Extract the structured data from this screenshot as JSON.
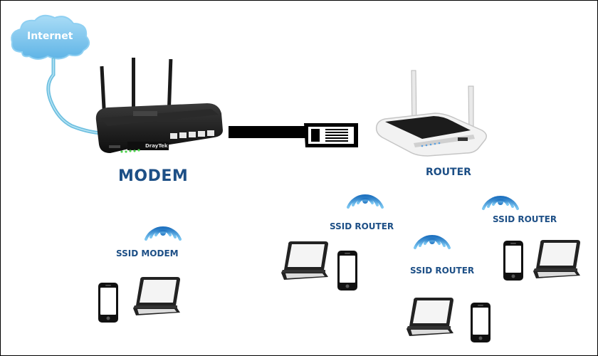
{
  "diagram": {
    "internet_label": "Internet",
    "modem_label": "MODEM",
    "router_label": "ROUTER",
    "ssid_modem_label": "SSID MODEM",
    "ssid_router_labels": [
      "SSID ROUTER",
      "SSID ROUTER",
      "SSID ROUTER"
    ],
    "modem_brand": "DrayTek"
  },
  "colors": {
    "label_blue": "#1d4f86",
    "wifi_blue": "#2f8fd6",
    "cloud_blue": "#7ec8ef",
    "cable_blue": "#6fc0e0",
    "modem_body": "#1b1b1b",
    "router_body": "#f2f2f2"
  }
}
